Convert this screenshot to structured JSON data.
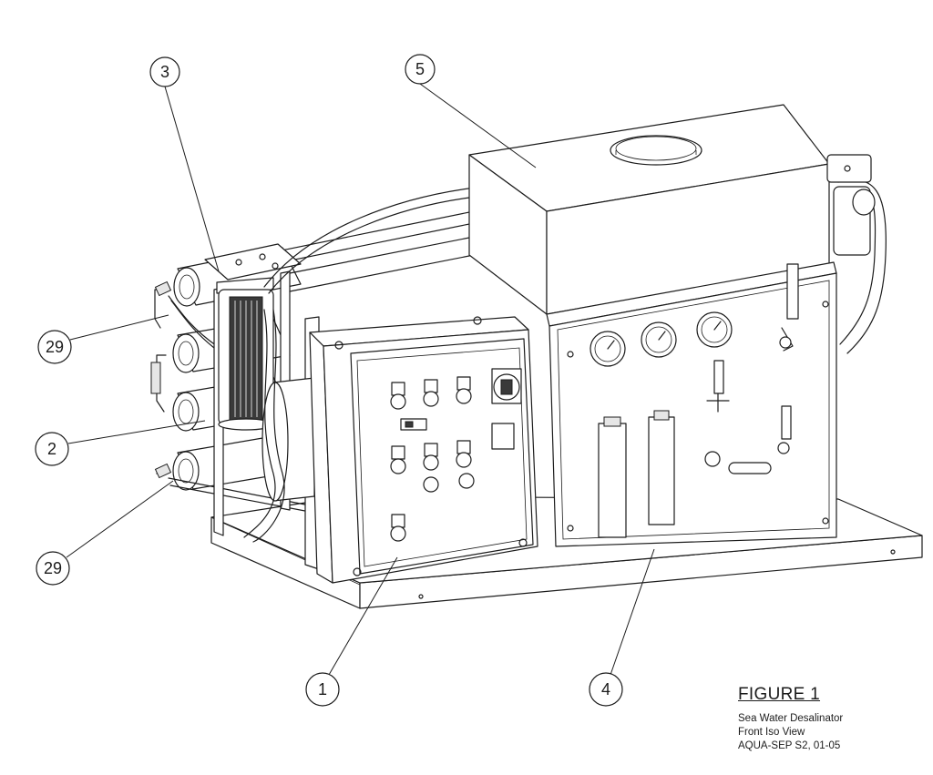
{
  "callouts": [
    {
      "id": "3",
      "label": "3"
    },
    {
      "id": "5",
      "label": "5"
    },
    {
      "id": "29a",
      "label": "29"
    },
    {
      "id": "2",
      "label": "2"
    },
    {
      "id": "29b",
      "label": "29"
    },
    {
      "id": "1",
      "label": "1"
    },
    {
      "id": "4",
      "label": "4"
    }
  ],
  "caption": {
    "figure": "FIGURE 1",
    "lines": [
      "Sea Water Desalinator",
      "Front Iso View",
      "AQUA-SEP S2, 01-05"
    ]
  }
}
